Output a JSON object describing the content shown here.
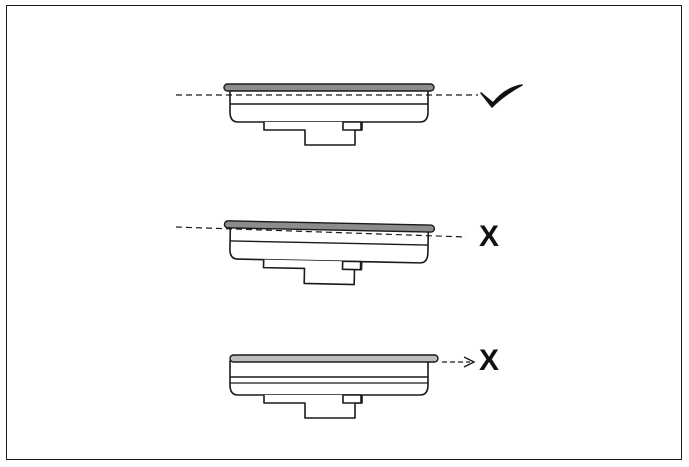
{
  "diagram": {
    "panels": [
      {
        "state": "correct",
        "indicator": "check-mark"
      },
      {
        "state": "incorrect",
        "indicator": "x-mark",
        "mark_text": "X"
      },
      {
        "state": "incorrect",
        "indicator": "x-mark",
        "mark_text": "X"
      }
    ],
    "colors": {
      "outline": "#1a1a1a",
      "cap_fill": "#8c8c8c",
      "cap_fill_light": "#bdbdbd",
      "body_fill": "#ffffff"
    }
  }
}
